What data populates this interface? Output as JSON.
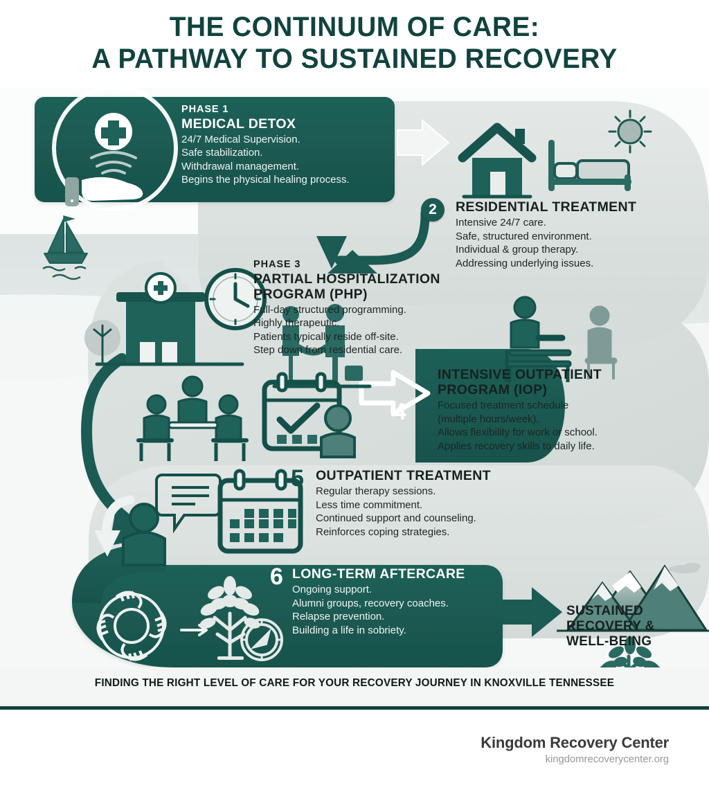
{
  "title": {
    "line1": "THE CONTINUUM OF CARE:",
    "line2": "A PATHWAY TO SUSTAINED RECOVERY"
  },
  "colors": {
    "brand_dark": "#1b5b54",
    "brand_deep": "#11433f",
    "panel_light": "#d7dedc",
    "panel_lighter": "#e4e9e8",
    "page_bg": "#ffffff",
    "text_dark": "#15211f",
    "text_light": "#ffffff",
    "band_bg": "#f3f6f5",
    "footer_brand": "#3a3a3a",
    "footer_site": "#999999"
  },
  "phases": [
    {
      "id": "medical-detox",
      "number": "1",
      "number_style": "inline",
      "label": "PHASE 1",
      "title": "MEDICAL DETOX",
      "bullets": [
        "24/7 Medical Supervision.",
        "Safe stabilization.",
        "Withdrawal management.",
        "Begins the physical healing process."
      ],
      "icons": [
        "hand-holding-medical-cross-icon"
      ]
    },
    {
      "id": "residential-treatment",
      "number": "2",
      "number_style": "circle",
      "label": "",
      "title": "RESIDENTIAL TREATMENT",
      "bullets": [
        "Intensive 24/7 care.",
        "Safe, structured environment.",
        "Individual & group therapy.",
        "Addressing underlying issues."
      ],
      "icons": [
        "house-icon",
        "bed-icon",
        "sun-icon"
      ]
    },
    {
      "id": "partial-hospitalization-program",
      "number": "3",
      "number_style": "inline",
      "label": "PHASE 3",
      "title": "PARTIAL HOSPITALIZATION PROGRAM (PHP)",
      "title_line1": "PARTIAL HOSPITALIZATION",
      "title_line2": "PROGRAM (PHP)",
      "bullets": [
        "Full-day structured programming.",
        "Highly therapeutic.",
        "Patients typically reside off-site.",
        "Step down from residential care."
      ],
      "icons": [
        "clinic-building-icon",
        "clock-icon",
        "handshake-people-icon",
        "tree-icon"
      ]
    },
    {
      "id": "intensive-outpatient-program",
      "number": "4",
      "number_style": "big-light",
      "label": "",
      "title": "INTENSIVE OUTPATIENT PROGRAM (IOP)",
      "title_line1": "INTENSIVE OUTPATIENT",
      "title_line2": "PROGRAM (IOP)",
      "bullets": [
        "Focused treatment schedule",
        "(multiple hours/week).",
        "Allows flexibility for work or school.",
        "Applies recovery skills to daily life."
      ],
      "icons": [
        "group-therapy-table-icon",
        "calendar-check-icon",
        "counselor-desk-icon"
      ]
    },
    {
      "id": "outpatient-treatment",
      "number": "5",
      "number_style": "big-dark",
      "label": "",
      "title": "OUTPATIENT TREATMENT",
      "bullets": [
        "Regular therapy sessions.",
        "Less time commitment.",
        "Continued support and counseling.",
        "Reinforces coping strategies."
      ],
      "icons": [
        "person-speech-bubble-icon",
        "calendar-icon",
        "mountains-icon"
      ]
    },
    {
      "id": "long-term-aftercare",
      "number": "6",
      "number_style": "big-light",
      "label": "",
      "title": "LONG-TERM AFTERCARE",
      "bullets": [
        "Ongoing support.",
        "Alumni groups, recovery coaches.",
        "Relapse prevention.",
        "Building a life in sobriety."
      ],
      "icons": [
        "hands-circle-icon",
        "arrow-right-icon",
        "tree-growth-icon",
        "compass-icon"
      ]
    }
  ],
  "outcome": {
    "icon": "hands-holding-plant-icon",
    "line1": "SUSTAINED",
    "line2": "RECOVERY &",
    "line3": "WELL-BEING"
  },
  "decor_icons": [
    "sailboat-icon",
    "sun-icon",
    "mountains-icon",
    "tree-icon",
    "cloud-icon"
  ],
  "tagline": "FINDING THE RIGHT LEVEL OF CARE FOR YOUR RECOVERY JOURNEY IN KNOXVILLE TENNESSEE",
  "footer": {
    "brand": "Kingdom Recovery Center",
    "website": "kingdomrecoverycenter.org"
  }
}
